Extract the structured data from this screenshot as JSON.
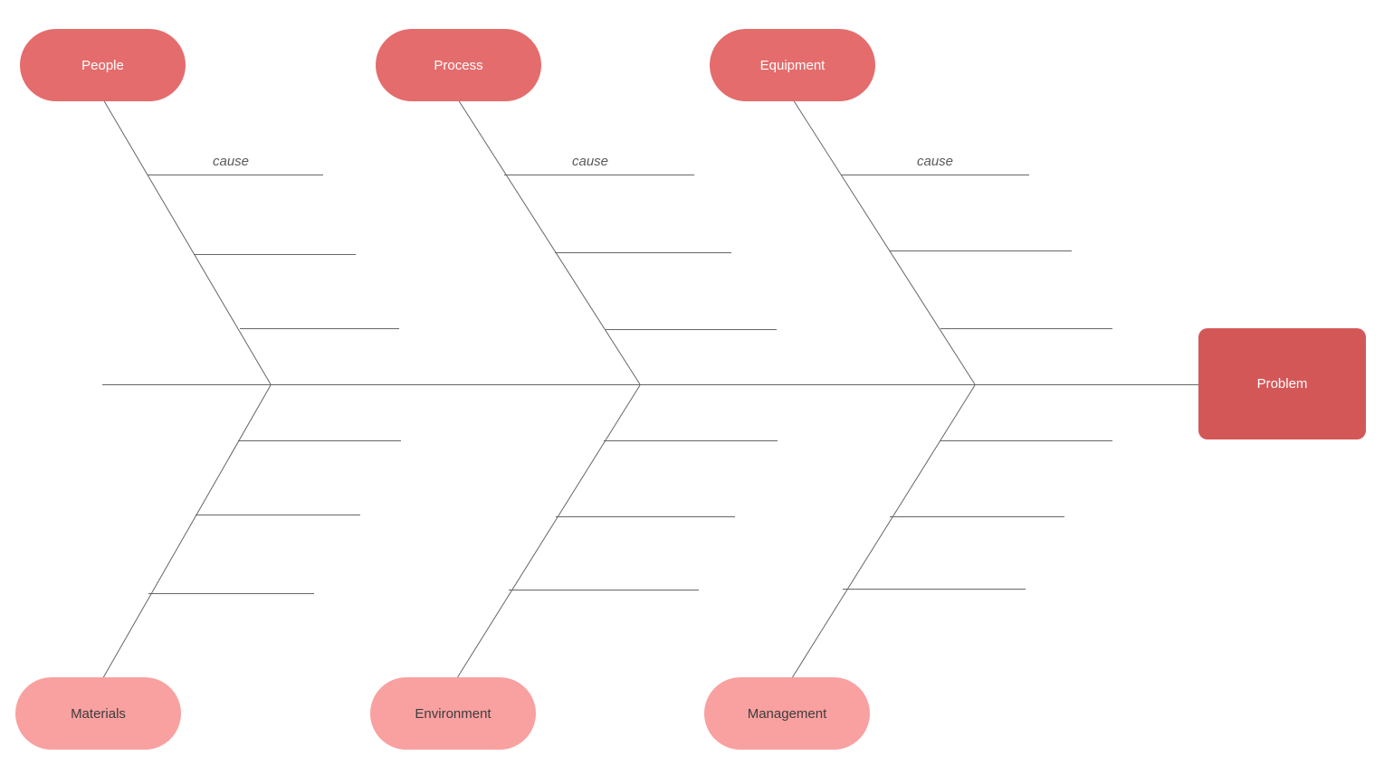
{
  "diagram": {
    "kind": "fishbone-cause-effect-template",
    "problem": {
      "label": "Problem"
    },
    "top_categories": [
      {
        "label": "People",
        "cause_label": "cause"
      },
      {
        "label": "Process",
        "cause_label": "cause"
      },
      {
        "label": "Equipment",
        "cause_label": "cause"
      }
    ],
    "bottom_categories": [
      {
        "label": "Materials"
      },
      {
        "label": "Environment"
      },
      {
        "label": "Management"
      }
    ],
    "colors": {
      "top_category_fill": "#e56c6c",
      "bottom_category_fill": "#f9a0a0",
      "problem_fill": "#d45757",
      "category_text_light": "#ffffff",
      "category_text_dark": "#3d3d3d",
      "line": "#666666",
      "cause_text": "#595959",
      "background": "#ffffff"
    }
  }
}
